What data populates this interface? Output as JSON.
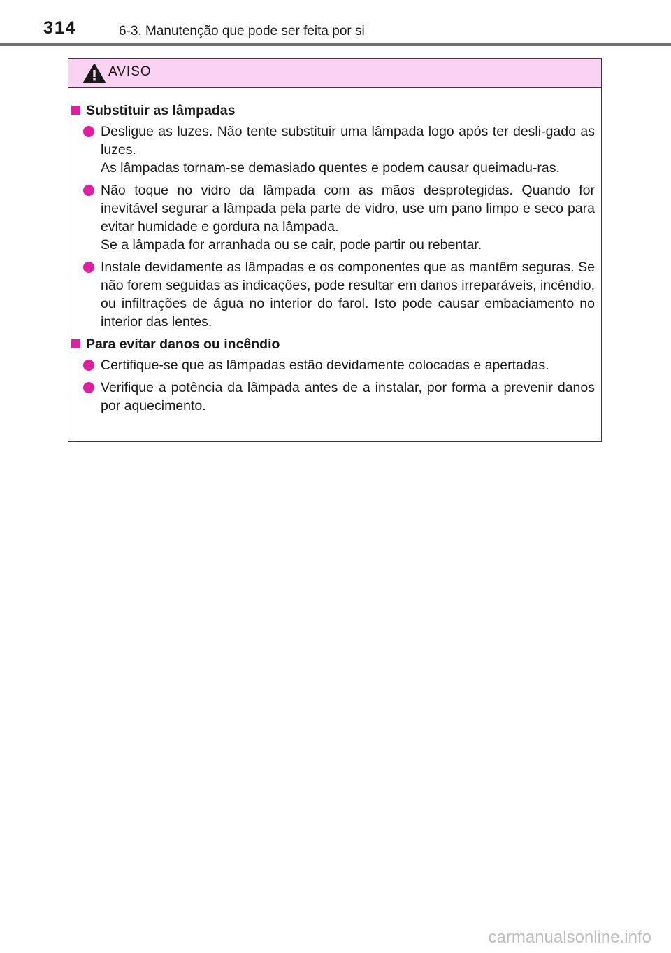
{
  "header": {
    "page_number": "314",
    "section_title": "6-3. Manutenção que pode ser feita por si"
  },
  "warning": {
    "title": "AVISO",
    "icon": "warning-triangle-icon",
    "accent_color": "#e21ea0",
    "header_bg": "#fbd3f2",
    "sections": [
      {
        "heading": "Substituir as lâmpadas",
        "items": [
          {
            "paragraphs": [
              "Desligue as luzes. Não tente substituir uma lâmpada logo após ter desli-gado as luzes.",
              "As lâmpadas tornam-se demasiado quentes e podem causar queimadu-ras."
            ]
          },
          {
            "paragraphs": [
              "Não toque no vidro da lâmpada com as mãos desprotegidas. Quando for inevitável segurar a lâmpada pela parte de vidro, use um pano limpo e seco para evitar humidade e gordura na lâmpada.",
              "Se a lâmpada for arranhada ou se cair, pode partir ou rebentar."
            ]
          },
          {
            "paragraphs": [
              "Instale devidamente as lâmpadas e os componentes que as mantêm seguras. Se não forem seguidas as indicações, pode resultar em danos irreparáveis, incêndio, ou infiltrações de água no interior do farol. Isto pode causar embaciamento no interior das lentes."
            ]
          }
        ]
      },
      {
        "heading": "Para evitar danos ou incêndio",
        "items": [
          {
            "paragraphs": [
              "Certifique-se que as lâmpadas estão devidamente colocadas e apertadas."
            ]
          },
          {
            "paragraphs": [
              "Verifique a potência da lâmpada antes de a instalar, por forma a prevenir danos por aquecimento."
            ]
          }
        ]
      }
    ]
  },
  "watermark": "carmanualsonline.info"
}
